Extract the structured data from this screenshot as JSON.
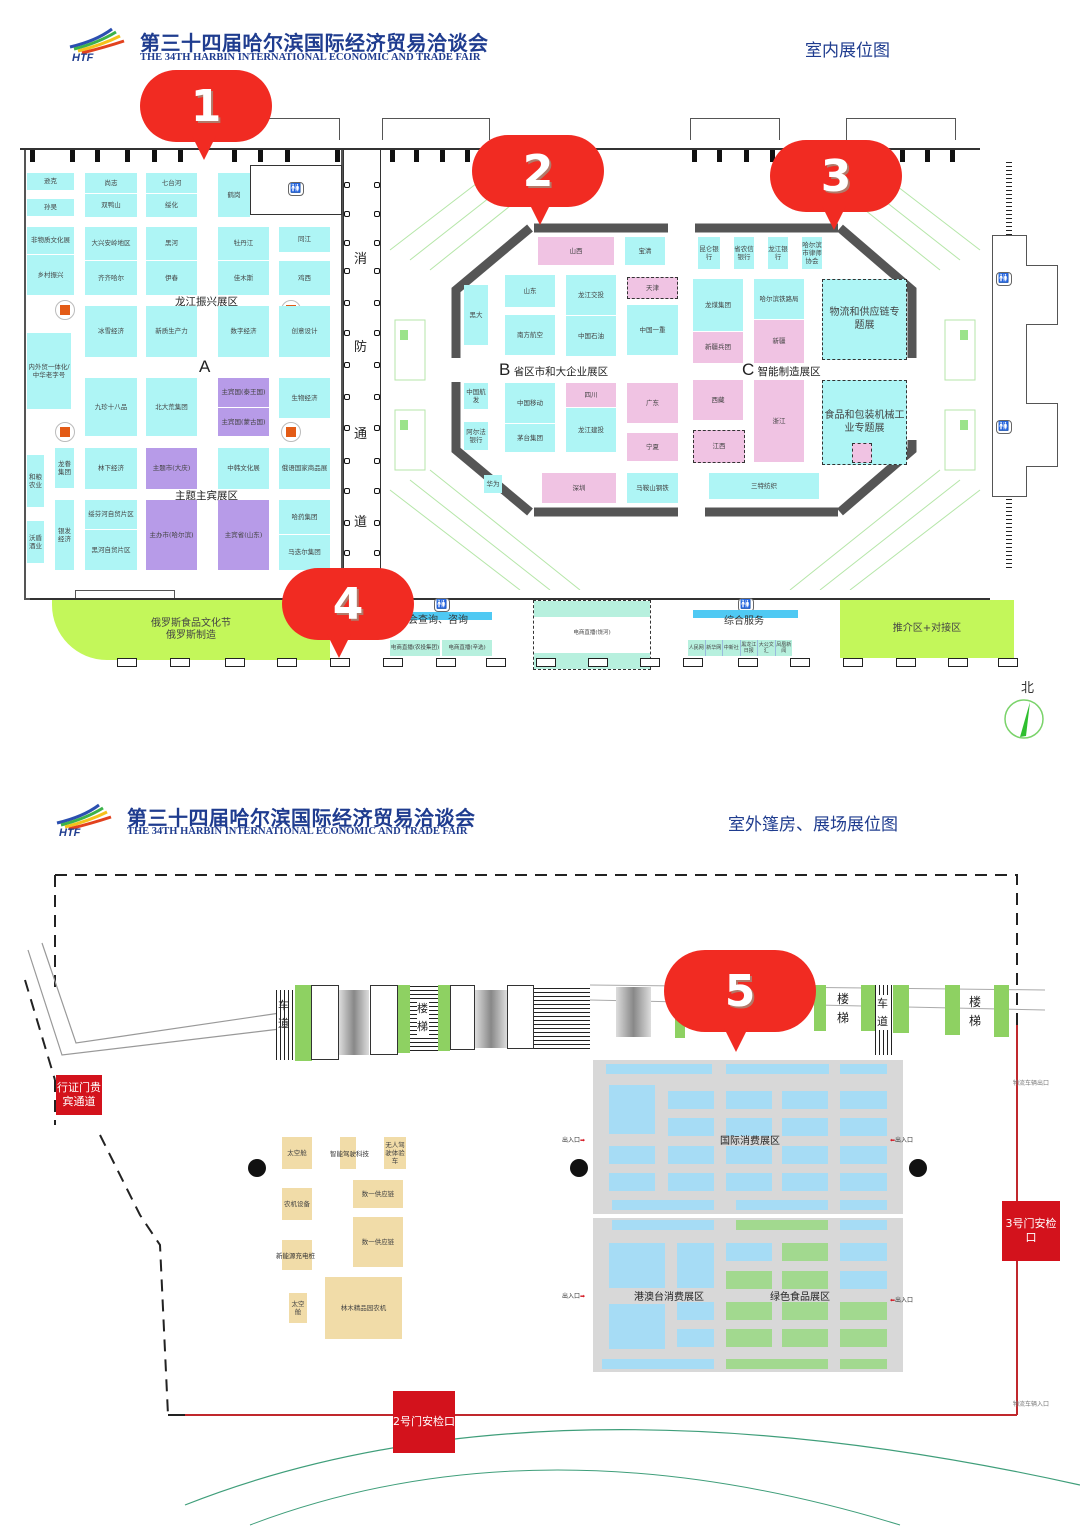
{
  "header_top": {
    "logo_text": "HTF",
    "title_cn": "第三十四届哈尔滨国际经济贸易洽谈会",
    "title_en": "THE 34TH HARBIN INTERNATIONAL ECONOMIC AND TRADE FAIR",
    "map_title": "室内展位图"
  },
  "header_bottom": {
    "logo_text": "HTF",
    "title_cn": "第三十四届哈尔滨国际经济贸易洽谈会",
    "title_en": "THE 34TH HARBIN INTERNATIONAL ECONOMIC AND TRADE FAIR",
    "map_title": "室外篷房、展场展位图"
  },
  "callouts": [
    "1",
    "2",
    "3",
    "4",
    "5"
  ],
  "colors": {
    "callout_red": "#f12b22",
    "booth_cyan": "#aef5f5",
    "booth_pink": "#f0c3e3",
    "booth_purple": "#b79be8",
    "zone_lime": "#c3f75a",
    "gate_red": "#d3121c",
    "title_blue": "#1f3c8f"
  },
  "indoor": {
    "hall_a": {
      "letter": "A",
      "zone1_label": "龙江振兴展区",
      "zone2_label": "主题主宾展区",
      "booths": {
        "xunke": "逊克",
        "sunwu": "孙吴",
        "feiwuzhi": "非物质文化展",
        "xiangcun": "乡村振兴",
        "shangzhi": "尚志",
        "shuangyashan": "双鸭山",
        "daxinganling": "大兴安岭地区",
        "qiqihaer": "齐齐哈尔",
        "qitaihe": "七台河",
        "suihua": "绥化",
        "heihe": "黑河",
        "yichun": "伊春",
        "hegang": "鹤岗",
        "mudanjiang": "牡丹江",
        "jiamusi": "佳木斯",
        "tongjiang": "同江",
        "jixi": "鸡西",
        "bingxue": "冰雪经济",
        "xinzhi": "新质生产力",
        "shuzi": "数字经济",
        "chuangyi": "创意设计",
        "neiwaimao": "内外贸一体化/中华老字号",
        "jiuzhen": "九珍十八品",
        "beidahuang": "北大荒集团",
        "zhubin_tai": "主宾国(泰王国)",
        "zhubin_meng": "主宾国(蒙古国)",
        "shengwu": "生物经济",
        "heyong": "和粮农业",
        "longchun": "龙眷集团",
        "linxia": "林下经济",
        "zhuti_daqing": "主题市(大庆)",
        "zhonghan": "中韩文化展",
        "eyuguo": "俄语国家商品展",
        "yinfa": "银发经济",
        "suifenhe": "绥芬河自贸片区",
        "heihe_zimao": "黑河自贸片区",
        "zhuban_haerbin": "主办市(哈尔滨)",
        "zhubin_shandong": "主宾省(山东)",
        "hayao": "哈药集团",
        "madie": "马迭尔集团",
        "wozhi": "沃盾酒业"
      }
    },
    "fire_lane": [
      "消",
      "防",
      "通",
      "道"
    ],
    "hall_b": {
      "letter": "B",
      "label": "省区市和大企业展区",
      "booths": {
        "shanxi": "山西",
        "baotou": "宝清",
        "shandong": "山东",
        "longjiang_jiaotou": "龙江交投",
        "tianjin": "天津",
        "heida": "黑大",
        "nanfang": "南方航空",
        "zhongguo_shiyou": "中国石油",
        "zhongguo_yizhong": "中国一重",
        "hangfa": "中国航发",
        "yidong": "中国移动",
        "sichuan": "四川",
        "guangdong": "广东",
        "aerfa": "阿尔法银行",
        "maotai": "茅台集团",
        "longjiang_jiantou": "龙江建投",
        "ningxia": "宁夏",
        "huawei": "华为",
        "shenzhen": "深圳",
        "maanshan": "马鞍山钢铁"
      }
    },
    "hall_c": {
      "letter": "C",
      "label": "智能制造展区",
      "booths": {
        "kunlun": "昆仑银行",
        "nongxin": "省农信银行",
        "longjiang_bank": "龙江银行",
        "lvshi": "哈尔滨市律师协会",
        "longmei": "龙煤集团",
        "tielu": "哈尔滨铁路局",
        "xinjiang_bingtuan": "新疆兵团",
        "xinjiang": "新疆",
        "wuliu": "物流和供应链专题展",
        "xizang": "西藏",
        "zhejiang": "浙江",
        "jiangxi": "江西",
        "shipin": "食品和包装机械工业专题展",
        "sante": "三特纺织"
      }
    },
    "bottom_row": {
      "russia": [
        "俄罗斯食品文化节",
        "俄罗斯制造"
      ],
      "consult": "会查询、咨询",
      "live1": "电商直播(农投集团)",
      "live2": "电商直播(辛选)",
      "live3": "电商直播(饶河)",
      "service": "综合服务",
      "media": [
        "人民网",
        "新华网",
        "中新社",
        "黑龙江日报",
        "大公文汇",
        "凤凰新闻"
      ],
      "promo": "推介区+对接区"
    },
    "compass_label": "北"
  },
  "outdoor": {
    "road_labels": {
      "chedao1": "车道",
      "louti1": "楼梯",
      "louti2": "楼梯",
      "chedao2": "车道",
      "louti3": "楼梯"
    },
    "gates": {
      "vip": "行证门贵宾通道",
      "gate3": "3号门安检口",
      "gate2": "2号门安检口"
    },
    "logistics": {
      "exit": "物流车辆出口",
      "entry": "物流车辆入口"
    },
    "tent_zones": {
      "international": "国际消费展区",
      "hkmt": "港澳台消费展区",
      "green_food": "绿色食品展区"
    },
    "entrances": {
      "left_top": "出入口",
      "left_bottom": "出入口",
      "right_top": "出入口",
      "right_bottom": "出入口"
    },
    "exhibits": {
      "space_capsule": "太空舱",
      "tech": "智能驾驶科技",
      "drone": "无人驾驶体验车",
      "farm": "农机设备",
      "supply1": "数一供应链",
      "supply2": "数一供应链",
      "newenergy": "新能源充电桩",
      "space2": "太空舱",
      "forest": "林木精品园农机"
    }
  }
}
